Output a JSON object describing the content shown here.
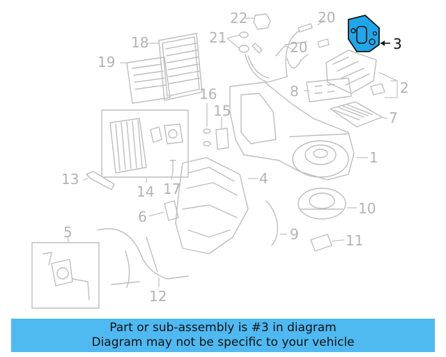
{
  "diagram": {
    "callouts": [
      "1",
      "2",
      "3",
      "4",
      "5",
      "6",
      "7",
      "8",
      "9",
      "10",
      "11",
      "12",
      "13",
      "14",
      "15",
      "16",
      "17",
      "18",
      "19",
      "20",
      "20",
      "21",
      "22"
    ],
    "highlighted_part": "3",
    "highlight_color": "#1fa7ea",
    "line_color": "#bdbdbd"
  },
  "banner": {
    "line1": "Part or sub-assembly is #3 in diagram",
    "line2": "Diagram may not be specific to your vehicle",
    "background": "#4fb9f1"
  }
}
